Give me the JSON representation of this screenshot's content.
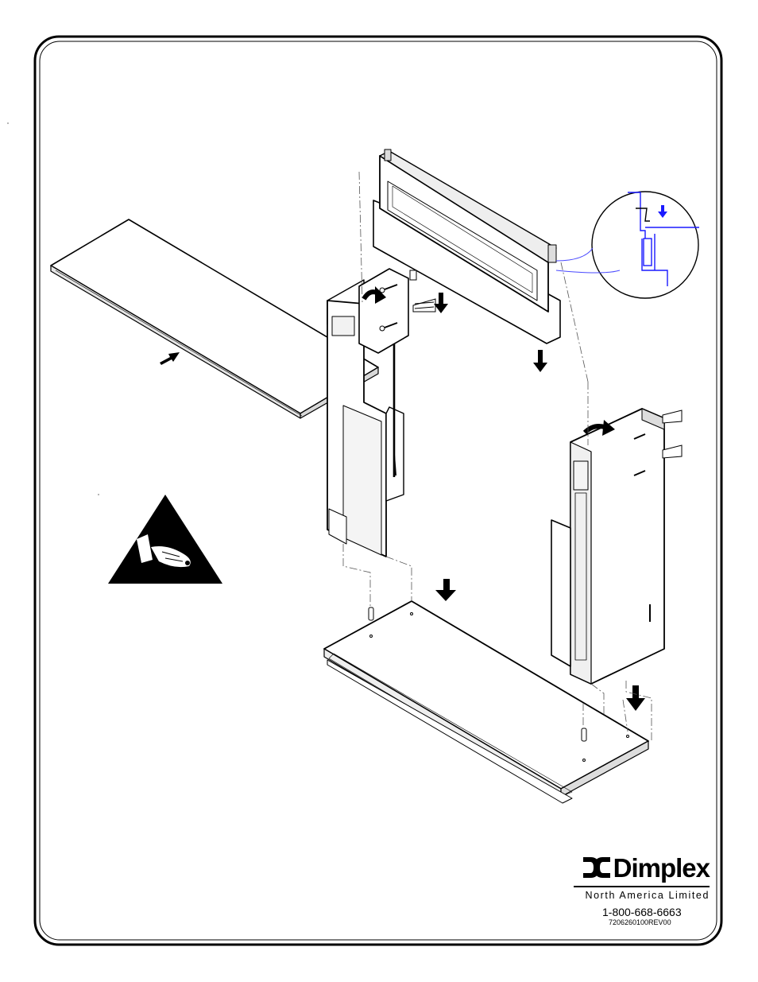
{
  "brand": {
    "logo_word": "Dimplex",
    "subline": "North America Limited",
    "phone": "1-800-668-6663",
    "document_number": "7206260100REV00"
  },
  "colors": {
    "line": "#000000",
    "detail_accent": "#1a1aff",
    "background": "#ffffff"
  },
  "icons": [
    "warning-triangle-icon",
    "move-arrow-icon",
    "rotate-arrow-icon",
    "screw-icon",
    "dowel-icon",
    "detail-magnifier-icon"
  ]
}
